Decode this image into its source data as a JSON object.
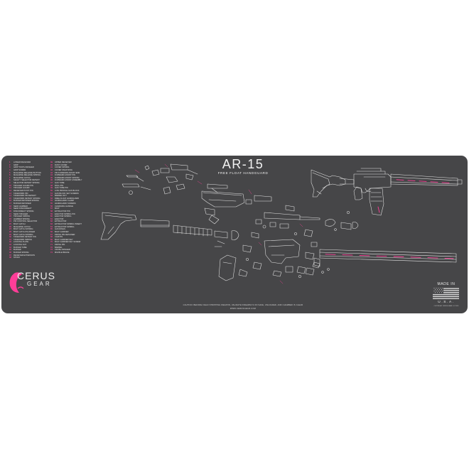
{
  "mat": {
    "background_color": "#464648",
    "accent_color": "#ff3d98",
    "line_color": "#e6e6e6"
  },
  "title": "AR-15",
  "subtitle": "FREE FLOAT HANDGUARD",
  "parts_column_a": [
    {
      "n": "1",
      "name": "LOWER RECEIVER"
    },
    {
      "n": "2",
      "name": "GRIP"
    },
    {
      "n": "3",
      "name": "GRIP TOOTH WASHER"
    },
    {
      "n": "4",
      "name": "GRIP SCREW"
    },
    {
      "n": "5",
      "name": "MAGAZINE RELEASE BUTTON"
    },
    {
      "n": "6",
      "name": "MAGAZINE RELEASE SPRING"
    },
    {
      "n": "7",
      "name": "MAGAZINE CATCH"
    },
    {
      "n": "8",
      "name": "SAFETY SELECTOR DETENT"
    },
    {
      "n": "9",
      "name": "SELECTOR DETENT SPRING"
    },
    {
      "n": "10",
      "name": "TRIGGER GUARD PIN"
    },
    {
      "n": "11",
      "name": "TRIGGER GUARD"
    },
    {
      "n": "12",
      "name": "RECEIVER PIVOT PIN"
    },
    {
      "n": "13",
      "name": "TAKEDOWN PIN"
    },
    {
      "n": "14",
      "name": "TAKEDOWN PIN DETENT"
    },
    {
      "n": "15",
      "name": "TAKEDOWN DETENT SPRING"
    },
    {
      "n": "16",
      "name": "BUFFER RETAINER SPRING"
    },
    {
      "n": "17",
      "name": "BUFFER RETAINER"
    },
    {
      "n": "18",
      "name": "SEAR HAMMER"
    },
    {
      "n": "19",
      "name": "SEAR DISCONNECT"
    },
    {
      "n": "20",
      "name": "DISCONNECT SPRING"
    },
    {
      "n": "21",
      "name": "SEAR TRIGGER"
    },
    {
      "n": "22",
      "name": "TRIGGER SPRING"
    },
    {
      "n": "23",
      "name": "HAMMER SPRING"
    },
    {
      "n": "24",
      "name": "PIN CONTROL SELECTOR"
    },
    {
      "n": "25",
      "name": "BOLT CATCH"
    },
    {
      "n": "26",
      "name": "MAGAZINE CATCH"
    },
    {
      "n": "27",
      "name": "BOLT CATCH SPRING"
    },
    {
      "n": "28",
      "name": "BOLT CATCH PLUNGER"
    },
    {
      "n": "29",
      "name": "BOLT CATCH SPRING"
    },
    {
      "n": "30",
      "name": "TAKEDOWN DETENT PIN"
    },
    {
      "n": "31",
      "name": "TAKEDOWN SPRING"
    },
    {
      "n": "32",
      "name": "LOCKING PLATE"
    },
    {
      "n": "33",
      "name": "LOCKING NUT"
    },
    {
      "n": "34",
      "name": "BUFFER TUBE"
    },
    {
      "n": "35",
      "name": "BUFFER"
    },
    {
      "n": "36",
      "name": "BUFFER SPRING"
    },
    {
      "n": "37",
      "name": "RECEIVER EXTENSION"
    },
    {
      "n": "38",
      "name": "STOCK"
    }
  ],
  "parts_column_b": [
    {
      "n": "39",
      "name": "UPPER RECEIVER"
    },
    {
      "n": "40",
      "name": "DUST COVER"
    },
    {
      "n": "41",
      "name": "COVER SPRING"
    },
    {
      "n": "42",
      "name": "COVER SNAP RING"
    },
    {
      "n": "43",
      "name": "PIN FORWARD ASSIST END"
    },
    {
      "n": "44",
      "name": "FORWARD ASSIST PIN"
    },
    {
      "n": "45",
      "name": "FORWARD ASSIST SPRING"
    },
    {
      "n": "46",
      "name": "FORWARD ASSIST ASSEMBLY"
    },
    {
      "n": "47",
      "name": "GAS TUBE"
    },
    {
      "n": "48",
      "name": "ROLL PIN"
    },
    {
      "n": "49",
      "name": "GAS TUBE PIN"
    },
    {
      "n": "50",
      "name": "LOW PROFILE GAS BLOCK"
    },
    {
      "n": "51",
      "name": "GAS BLOCK SET SCREWS"
    },
    {
      "n": "52",
      "name": "BARREL NUT"
    },
    {
      "n": "53",
      "name": "FREE FLOAT HANDGUARD"
    },
    {
      "n": "54",
      "name": "HANDGUARD CLAMP"
    },
    {
      "n": "55",
      "name": "HANDGUARD SCREWS"
    },
    {
      "n": "56",
      "name": "CHARGING HANDLE"
    },
    {
      "n": "57",
      "name": "BOLT"
    },
    {
      "n": "58",
      "name": "EXTRACTOR PIN"
    },
    {
      "n": "59",
      "name": "EJECTOR SPRING PIN"
    },
    {
      "n": "60",
      "name": "EJECTOR SPRING"
    },
    {
      "n": "61",
      "name": "EJECTOR"
    },
    {
      "n": "62",
      "name": "EXTRACTOR"
    },
    {
      "n": "63",
      "name": "EXTRACTOR SPRING INSERT"
    },
    {
      "n": "64",
      "name": "EXTRACTOR SPRING"
    },
    {
      "n": "65",
      "name": "GAS RINGS"
    },
    {
      "n": "66",
      "name": "BOLT CARRIER"
    },
    {
      "n": "67",
      "name": "FIRING PIN RETAINER"
    },
    {
      "n": "68",
      "name": "CAM PIN"
    },
    {
      "n": "69",
      "name": "BOLT CARRIER KEY"
    },
    {
      "n": "70",
      "name": "BOLT CARRIER KEY SCREW"
    },
    {
      "n": "71",
      "name": "FIRING PIN"
    },
    {
      "n": "72",
      "name": "BARREL"
    },
    {
      "n": "73",
      "name": "CRUSH WASHER"
    },
    {
      "n": "74",
      "name": "MUZZLE BRAKE"
    }
  ],
  "logo": {
    "brand": "CERUS",
    "sub": "GEAR"
  },
  "caution": "CAUTION: BEFORE FIELD STRIPPING WEAPON, VALIDATE FIREARM IS ON SAFE, UNLOADED, AND CHAMBER IS CLEAR",
  "website": "WWW.CERUSGEAR.COM",
  "made_in": "MADE IN",
  "usa": "U.S.A.",
  "copyright": "COPYRIGHT CERUS GEAR LLC 2021",
  "icons": {
    "logo": "cerus-gear-logo-icon",
    "flag": "usa-flag-icon",
    "rifle": "ar15-rifle-diagram"
  }
}
